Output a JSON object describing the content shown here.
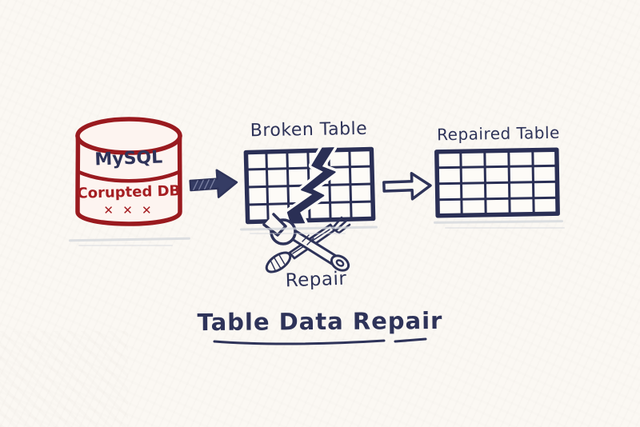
{
  "title": {
    "text": "Table Data Repair"
  },
  "database": {
    "name": "MySQL",
    "status": "Corupted DB",
    "error_marks": "✕ ✕ ✕"
  },
  "flow": {
    "broken_table_label": "Broken Table",
    "repaired_table_label": "Repaired Table",
    "repair_label": "Repair"
  },
  "colors": {
    "ink_navy": "#2e3359",
    "ink_red": "#9a1a1f",
    "paper": "#fbf8f3",
    "shadow_gray": "#d2d5db"
  },
  "icons": {
    "database": "database-cylinder-icon",
    "arrow_filled": "arrow-right-filled-icon",
    "arrow_outline": "arrow-right-outline-icon",
    "tools": "wrench-and-fork-tools-icon",
    "crack": "table-crack-icon"
  }
}
